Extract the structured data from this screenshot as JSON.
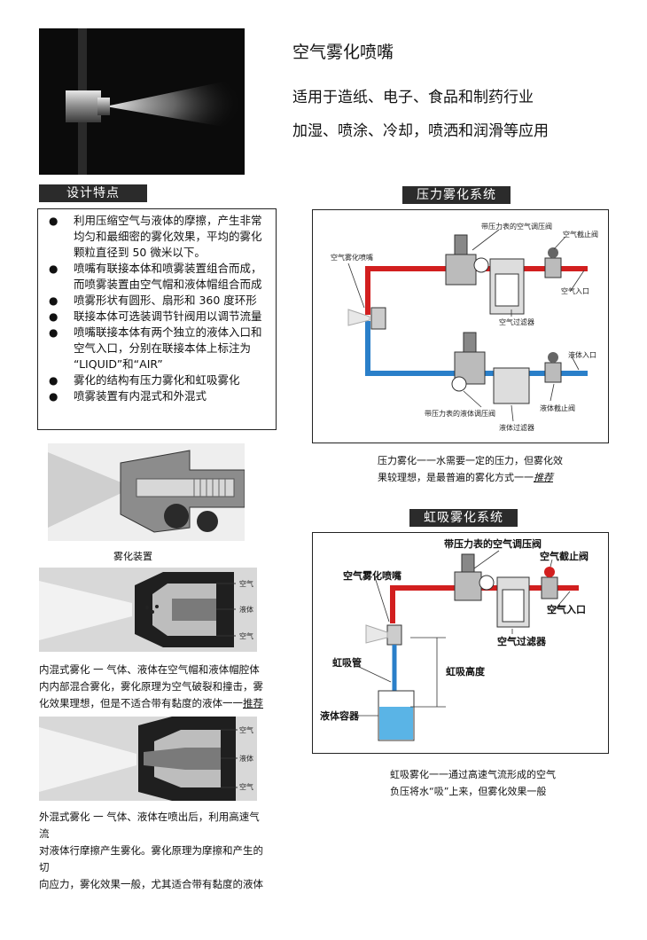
{
  "header": {
    "title": "空气雾化喷嘴",
    "line1": "适用于造纸、电子、食品和制药行业",
    "line2": "加湿、喷涂、冷却，喷洒和润滑等应用"
  },
  "features": {
    "heading": "设计特点",
    "items": [
      {
        "line1": "利用压缩空气与液体的摩擦，产生非常",
        "line2": "均匀和最细密的雾化效果，平均的雾化",
        "line3": "颗粒直径到 50 微米以下。"
      },
      {
        "line1": "喷嘴有联接本体和喷雾装置组合而成，",
        "line2": "而喷雾装置由空气帽和液体帽组合而成",
        "line3": ""
      },
      {
        "line1": "喷雾形状有圆形、扇形和 360 度环形",
        "line2": "",
        "line3": ""
      },
      {
        "line1": "联接本体可选装调节针阀用以调节流量",
        "line2": "",
        "line3": ""
      },
      {
        "line1": "喷嘴联接本体有两个独立的液体入口和",
        "line2": "空气入口，分别在联接本体上标注为",
        "line3": "“LIQUID”和“AIR”"
      },
      {
        "line1": "雾化的结构有压力雾化和虹吸雾化",
        "line2": "",
        "line3": ""
      },
      {
        "line1": "喷雾装置有内混式和外混式",
        "line2": "",
        "line3": ""
      }
    ]
  },
  "atomizer": {
    "caption": "雾化装置"
  },
  "internal_mix": {
    "labels": {
      "air_top": "空气",
      "liquid": "液体",
      "air_bottom": "空气"
    },
    "caption_line1": "内混式雾化 一 气体、液体在空气帽和液体帽腔体",
    "caption_line2": "内内部混合雾化，雾化原理为空气破裂和撞击，雾",
    "caption_line3": "化效果理想，但是不适合带有黏度的液体一一",
    "caption_tag": "推荐"
  },
  "external_mix": {
    "labels": {
      "air_top": "空气",
      "liquid": "液体",
      "air_bottom": "空气"
    },
    "caption_line1": "外混式雾化 一 气体、液体在喷出后，利用高速气流",
    "caption_line2": "对液体行摩擦产生雾化。雾化原理为摩擦和产生的切",
    "caption_line3": "向应力，雾化效果一般，尤其适合带有黏度的液体"
  },
  "pressure_system": {
    "heading": "压力雾化系统",
    "labels": {
      "regulator_air": "带压力表的空气调压阀",
      "air_shutoff": "空气截止阀",
      "nozzle": "空气雾化喷嘴",
      "air_inlet": "空气入口",
      "air_filter": "空气过滤器",
      "liquid_inlet": "液体入口",
      "liquid_shutoff": "液体截止阀",
      "regulator_liquid": "带压力表的液体调压阀",
      "liquid_filter": "液体过滤器"
    },
    "caption_line1": "压力雾化一一水需要一定的压力，但雾化效",
    "caption_line2": "果较理想，是最普遍的雾化方式一一",
    "caption_tag": "推荐"
  },
  "siphon_system": {
    "heading": "虹吸雾化系统",
    "labels": {
      "regulator": "带压力表的空气调压阀",
      "air_shutoff": "空气截止阀",
      "nozzle": "空气雾化喷嘴",
      "air_inlet": "空气入口",
      "air_filter": "空气过滤器",
      "siphon_tube": "虹吸管",
      "siphon_height": "虹吸高度",
      "container": "液体容器"
    },
    "caption_line1": "虹吸雾化一一通过高速气流形成的空气",
    "caption_line2": "负压将水“吸”上来，但雾化效果一般"
  },
  "colors": {
    "air_line": "#d21f1f",
    "liquid_line": "#2a7fc9",
    "section_bar": "#2b2b2b"
  }
}
